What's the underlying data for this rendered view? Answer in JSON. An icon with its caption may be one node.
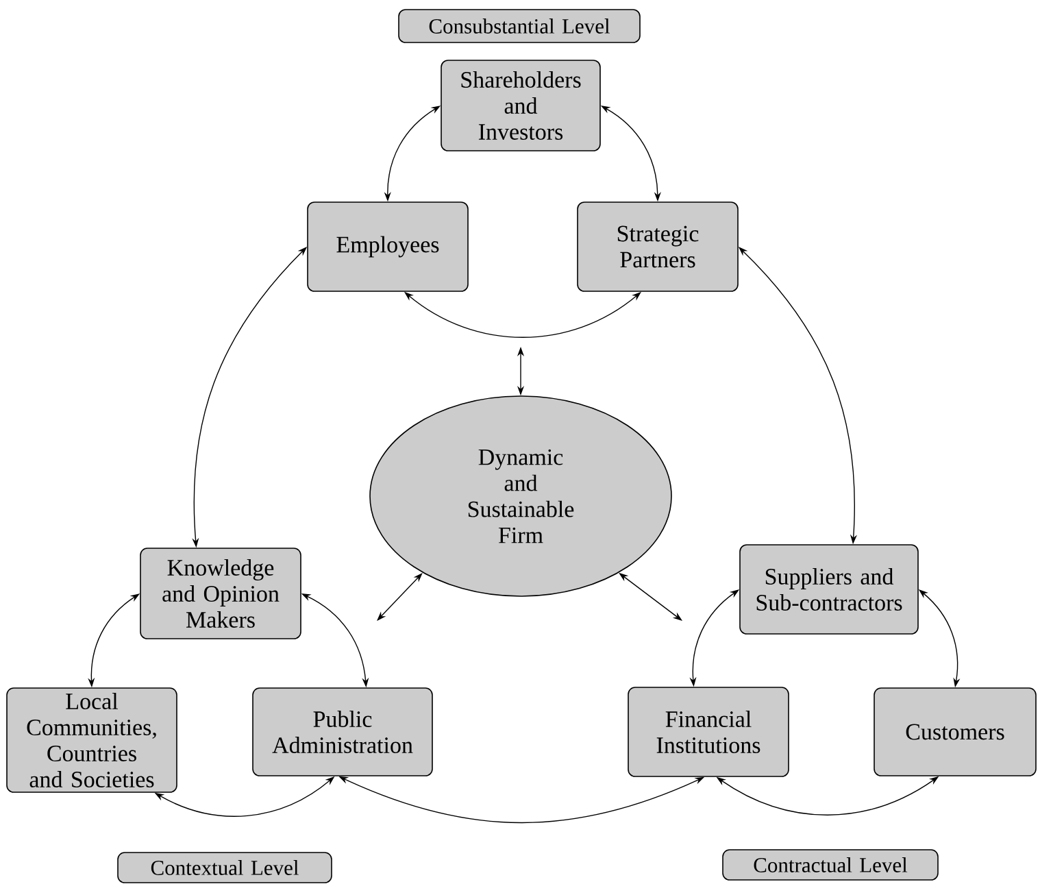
{
  "diagram": {
    "nodes": [
      {
        "text": [
          "Consubstantial Level"
        ]
      },
      {
        "text": [
          "Shareholders and Investors"
        ]
      },
      {
        "text": [
          "Employees"
        ]
      },
      {
        "text": [
          "Strategic Partners"
        ]
      },
      {
        "text": [
          "Dynamic and Sustainable Firm"
        ]
      },
      {
        "text": [
          "Knowledge and Opinion Makers"
        ]
      },
      {
        "text": [
          "Suppliers and Sub-contractors"
        ]
      },
      {
        "text": [
          "Local Communities, Countries and Societies"
        ]
      },
      {
        "text": [
          "Public Administration"
        ]
      },
      {
        "text": [
          "Financial Institutions"
        ]
      },
      {
        "text": [
          "Customers"
        ]
      },
      {
        "text": [
          "Contextual Level"
        ]
      },
      {
        "text": [
          "Contractual Level"
        ]
      }
    ],
    "edges": [
      {
        "from": 1,
        "to": 2,
        "arrow": "both"
      },
      {
        "from": 1,
        "to": 3,
        "arrow": "both"
      },
      {
        "from": 2,
        "to": 3,
        "arrow": "both"
      },
      {
        "from": 4,
        "to": null,
        "arrow": "both"
      },
      {
        "from": 2,
        "to": 5,
        "arrow": "both"
      },
      {
        "from": 3,
        "to": 6,
        "arrow": "both"
      },
      {
        "from": 5,
        "to": 7,
        "arrow": "both"
      },
      {
        "from": 5,
        "to": 8,
        "arrow": "both"
      },
      {
        "from": 7,
        "to": 8,
        "arrow": "both"
      },
      {
        "from": 4,
        "to": null,
        "arrow": "both"
      },
      {
        "from": 4,
        "to": null,
        "arrow": "both"
      },
      {
        "from": 6,
        "to": 9,
        "arrow": "both"
      },
      {
        "from": 6,
        "to": 10,
        "arrow": "both"
      },
      {
        "from": 8,
        "to": 9,
        "arrow": "both"
      },
      {
        "from": 9,
        "to": 10,
        "arrow": "both"
      }
    ]
  }
}
